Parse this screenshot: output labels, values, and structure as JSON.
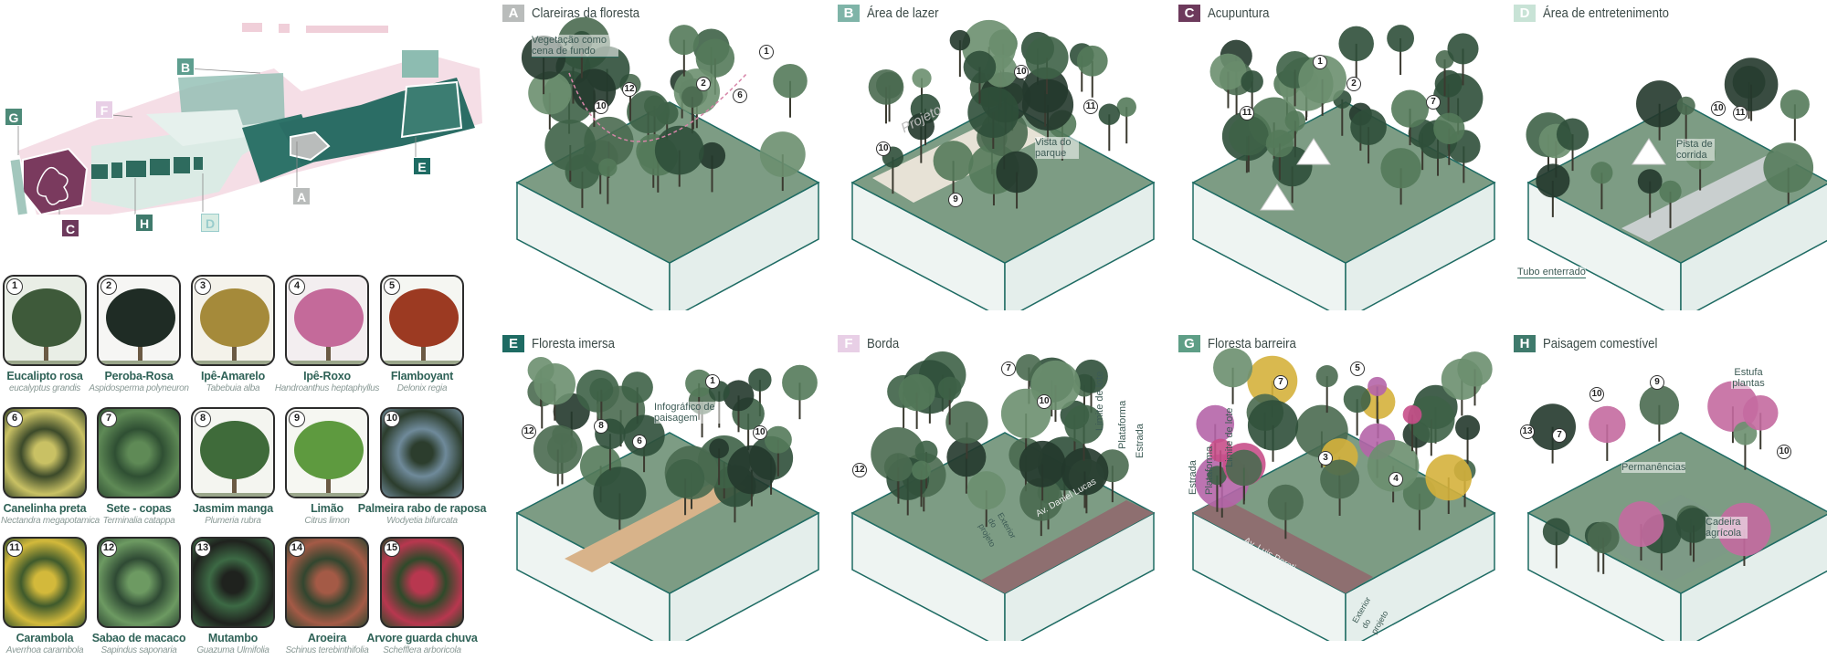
{
  "map": {
    "zone_labels": [
      "A",
      "B",
      "C",
      "D",
      "E",
      "F",
      "G",
      "H"
    ]
  },
  "species": [
    {
      "num": "1",
      "name": "Eucalipto rosa",
      "latin": "eucalyptus grandis",
      "bg": "#e9eee6",
      "crown": "#3e5a3a"
    },
    {
      "num": "2",
      "name": "Peroba-Rosa",
      "latin": "Aspidosperma polyneuron",
      "bg": "#f6f6f4",
      "crown": "#1f2c25"
    },
    {
      "num": "3",
      "name": "Ipê-Amarelo",
      "latin": "Tabebuia alba",
      "bg": "#f4f2ea",
      "crown": "#a58a3a"
    },
    {
      "num": "4",
      "name": "Ipê-Roxo",
      "latin": "Handroanthus heptaphyllus",
      "bg": "#f3eef0",
      "crown": "#c46a9a"
    },
    {
      "num": "5",
      "name": "Flamboyant",
      "latin": "Delonix regia",
      "bg": "#f5f6f2",
      "crown": "#9c3a22"
    },
    {
      "num": "6",
      "name": "Canelinha preta",
      "latin": "Nectandra megapotamica",
      "bg": "#3c4a2a",
      "crown": "#c9c164"
    },
    {
      "num": "7",
      "name": "Sete - copas",
      "latin": "Terminalia catappa",
      "bg": "#2f4f33",
      "crown": "#5f8a56"
    },
    {
      "num": "8",
      "name": "Jasmim manga",
      "latin": "Plumeria rubra",
      "bg": "#f4f5f0",
      "crown": "#3f6b3a"
    },
    {
      "num": "9",
      "name": "Limão",
      "latin": "Citrus limon",
      "bg": "#f6f7f2",
      "crown": "#5e9a3f"
    },
    {
      "num": "10",
      "name": "Palmeira rabo de raposa",
      "latin": "Wodyetia bifurcata",
      "bg": "#6f8a9a",
      "crown": "#2c3d2d"
    },
    {
      "num": "11",
      "name": "Carambola",
      "latin": "Averrhoa carambola",
      "bg": "#3f5a2c",
      "crown": "#d3b93b"
    },
    {
      "num": "12",
      "name": "Sabao de macaco",
      "latin": "Sapindus saponaria",
      "bg": "#2f4a34",
      "crown": "#6d9a62"
    },
    {
      "num": "13",
      "name": "Mutambo",
      "latin": "Guazuma Ulmifolia",
      "bg": "#3d6a45",
      "crown": "#1f221e"
    },
    {
      "num": "14",
      "name": "Aroeira",
      "latin": "Schinus terebinthifolia",
      "bg": "#32462f",
      "crown": "#a45a46"
    },
    {
      "num": "15",
      "name": "Arvore guarda chuva",
      "latin": "Schefflera arboricola",
      "bg": "#2f4a2a",
      "crown": "#b8374f"
    }
  ],
  "panels": [
    {
      "tag": "A",
      "title": "Clareiras da floresta",
      "color": "#b9bcbb",
      "markers": [
        "1",
        "2",
        "6",
        "12",
        "10"
      ],
      "notes": [
        "Vegetação como cena de fundo"
      ]
    },
    {
      "tag": "B",
      "title": "Área de lazer",
      "color": "#7fb4a8",
      "markers": [
        "10",
        "10",
        "11",
        "9"
      ],
      "notes": [
        "Projeto",
        "Vista do parque"
      ]
    },
    {
      "tag": "C",
      "title": "Acupuntura",
      "color": "#6d3a5c",
      "markers": [
        "1",
        "2",
        "11",
        "7"
      ],
      "notes": []
    },
    {
      "tag": "D",
      "title": "Área de entretenimento",
      "color": "#c8e3d6",
      "markers": [
        "10",
        "11"
      ],
      "notes": [
        "Pista de corrida",
        "Tubo enterrado"
      ]
    },
    {
      "tag": "E",
      "title": "Floresta imersa",
      "color": "#1e6b63",
      "markers": [
        "1",
        "12",
        "8",
        "6",
        "10"
      ],
      "notes": [
        "Infográfico de paisagem"
      ]
    },
    {
      "tag": "F",
      "title": "Borda",
      "color": "#e8cfe6",
      "markers": [
        "7",
        "10",
        "12"
      ],
      "notes": [
        "Limite de lote",
        "Plataforma",
        "Estrada",
        "Av. Daniel Lucas",
        "Exterior do projeto"
      ]
    },
    {
      "tag": "G",
      "title": "Floresta barreira",
      "color": "#5e9e86",
      "markers": [
        "7",
        "5",
        "3",
        "4"
      ],
      "notes": [
        "Estrada",
        "Plataforma",
        "Limite de lote",
        "Av. Luis Peroti",
        "Exterior do projeto"
      ]
    },
    {
      "tag": "H",
      "title": "Paisagem comestível",
      "color": "#3f7a6c",
      "markers": [
        "13",
        "7",
        "10",
        "9",
        "10"
      ],
      "notes": [
        "Estufa plantas",
        "Permanências",
        "Cadeira agrícola"
      ]
    }
  ]
}
